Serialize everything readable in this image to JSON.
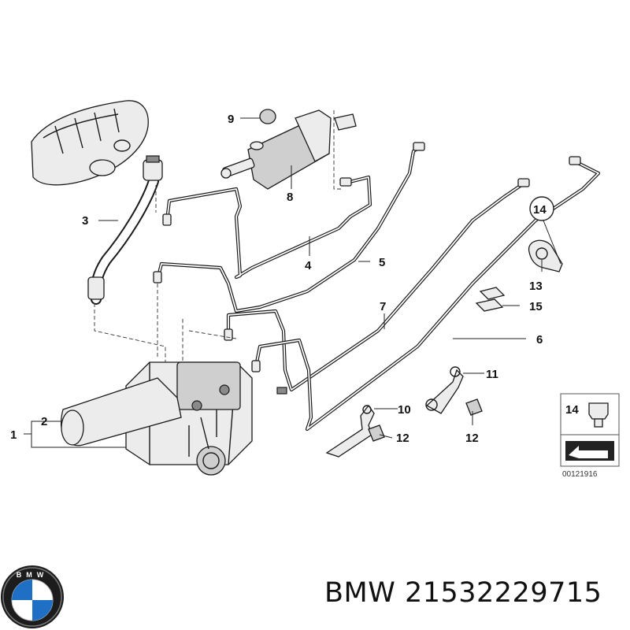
{
  "callouts": {
    "c1": "1",
    "c2": "2",
    "c3": "3",
    "c4": "4",
    "c5": "5",
    "c6": "6",
    "c7": "7",
    "c8": "8",
    "c9": "9",
    "c10": "10",
    "c11": "11",
    "c12a": "12",
    "c12b": "12",
    "c13": "13",
    "c14": "14",
    "c15": "15"
  },
  "legend_box": {
    "label": "14",
    "code": "00121916"
  },
  "brand": {
    "logo_text": "BMW"
  },
  "caption": "BMW 21532229715"
}
